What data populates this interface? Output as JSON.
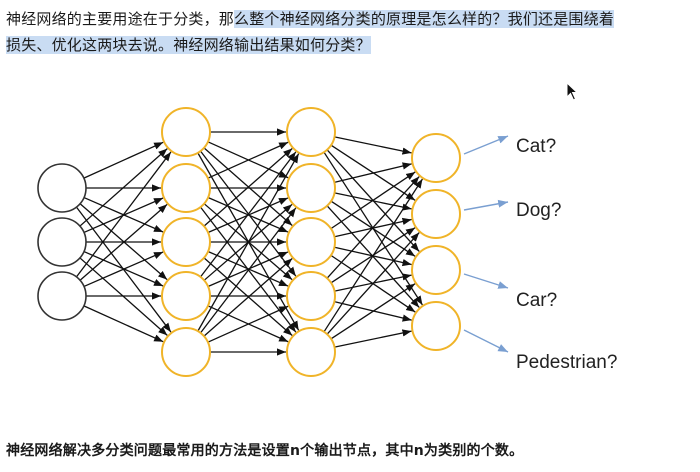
{
  "intro": {
    "plain": "神经网络的主要用途在于分类，那",
    "highlight_1": "么整个神经网络分类的原理是怎么样的？我们还是围绕着",
    "highlight_2": "损失、优化这两块去说。神经网络输出结果如何分类？"
  },
  "network": {
    "layers": [
      3,
      5,
      5,
      4
    ],
    "input_node_color": "#333333",
    "hidden_node_color": "#f0b429",
    "output_node_color": "#f0b429",
    "arrow_color": "#7a9fd1",
    "outputs": [
      "Cat?",
      "Dog?",
      "Car?",
      "Pedestrian?"
    ]
  },
  "summary": "神经网络解决多分类问题最常用的方法是设置n个输出节点，其中n为类别的个数。"
}
